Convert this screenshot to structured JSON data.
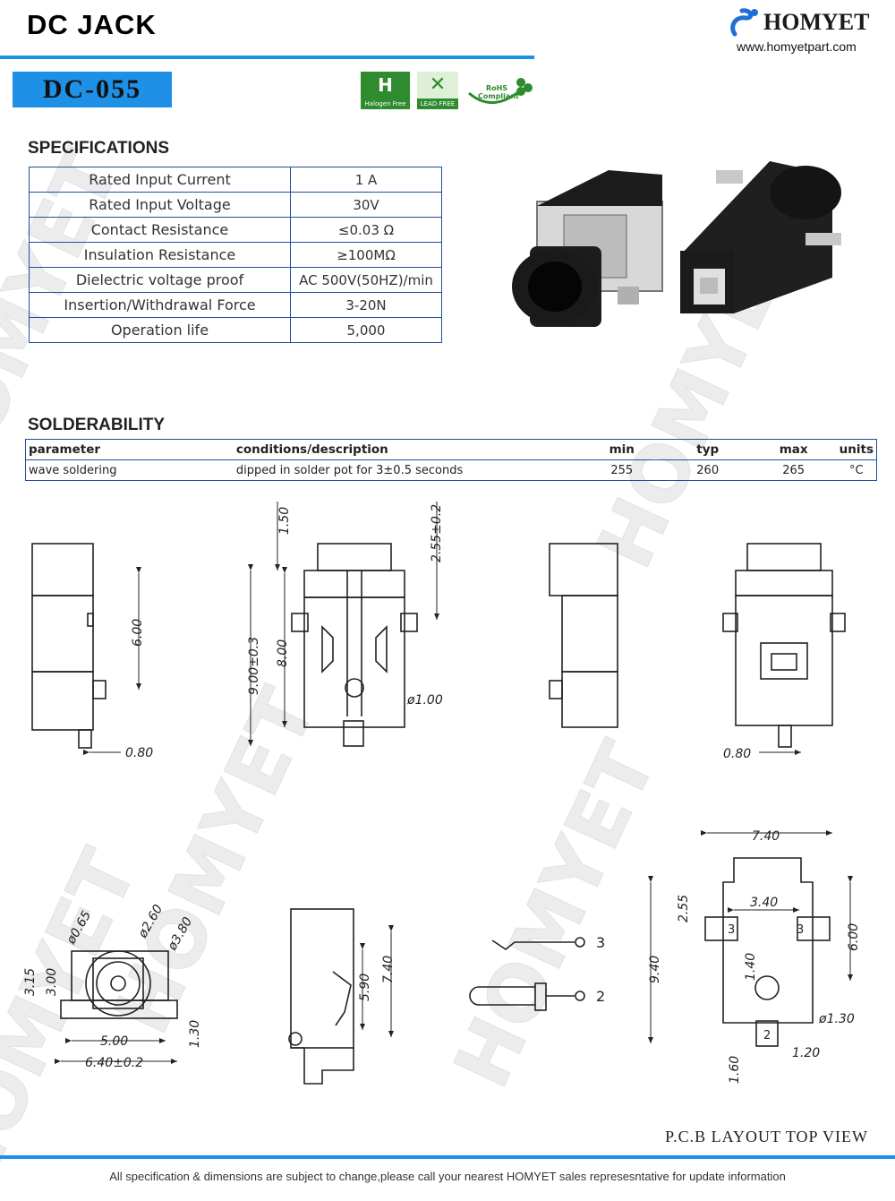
{
  "header": {
    "title": "DC  JACK",
    "brand_name": "HOMYET",
    "brand_url": "www.homyetpart.com"
  },
  "model": "DC-055",
  "certifications": [
    {
      "label": "Halogen Free",
      "icon": "halogen-free-icon"
    },
    {
      "label": "LEAD FREE",
      "icon": "lead-free-icon"
    },
    {
      "label": "RoHS Compliant",
      "icon": "rohs-icon"
    }
  ],
  "specifications": {
    "title": "SPECIFICATIONS",
    "rows": [
      {
        "name": "Rated Input Current",
        "value": "1 A"
      },
      {
        "name": "Rated Input Voltage",
        "value": "30V"
      },
      {
        "name": "Contact Resistance",
        "value": "≤0.03 Ω"
      },
      {
        "name": "Insulation Resistance",
        "value": "≥100MΩ"
      },
      {
        "name": "Dielectric voltage proof",
        "value": "AC 500V(50HZ)/min"
      },
      {
        "name": "Insertion/Withdrawal Force",
        "value": "3-20N"
      },
      {
        "name": "Operation life",
        "value": "5,000"
      }
    ]
  },
  "solderability": {
    "title": "SOLDERABILITY",
    "headers": [
      "parameter",
      "conditions/description",
      "min",
      "typ",
      "max",
      "units"
    ],
    "rows": [
      [
        "wave soldering",
        "dipped in solder pot for  3±0.5 seconds",
        "255",
        "260",
        "265",
        "°C"
      ]
    ]
  },
  "drawing": {
    "dims": {
      "d600": "6.00",
      "d080": "0.80",
      "d150": "1.50",
      "d255_02": "2.55±0.2",
      "d900_03": "9.00±0.3",
      "d800": "8.00",
      "d100": "ø1.00",
      "d080b": "0.80",
      "d065": "ø0.65",
      "d260": "ø2.60",
      "d380": "ø3.80",
      "d315": "3.15",
      "d300": "3.00",
      "d130": "1.30",
      "d500": "5.00",
      "d640_02": "6.40±0.2",
      "d590": "5.90",
      "d740": "7.40",
      "d740t": "7.40",
      "d255": "2.55",
      "d340": "3.40",
      "d600r": "6.00",
      "d940": "9.40",
      "d140": "1.40",
      "d130r": "ø1.30",
      "d160": "1.60",
      "d120": "1.20"
    },
    "pins": {
      "p3": "3",
      "p2": "2",
      "pad3a": "3",
      "pad3b": "3",
      "pad2": "2"
    }
  },
  "pcb_label": "P.C.B LAYOUT TOP VIEW",
  "footer": "All specification & dimensions are subject to change,please call your nearest HOMYET sales represesntative for update information"
}
